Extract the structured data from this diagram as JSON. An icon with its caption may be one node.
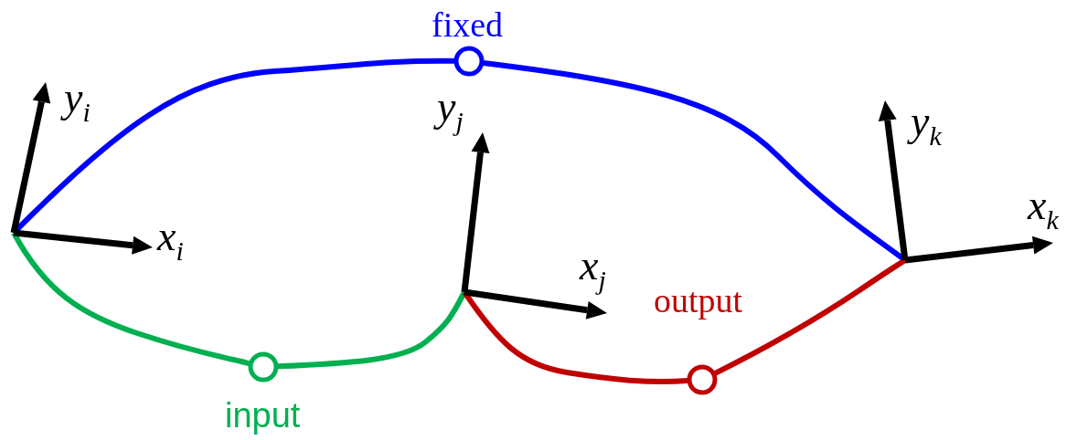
{
  "diagram": {
    "nodes": [
      {
        "text": [
          "y$_{i}$",
          "x$_{i}$"
        ]
      },
      {
        "text": [],
        "shape": "circle",
        "beside": [
          "fixed"
        ]
      },
      {
        "text": [
          "y$_{j}$",
          "x$_{j}$"
        ]
      },
      {
        "text": [
          "y$_{k}$",
          "x$_{k}$"
        ]
      },
      {
        "text": [],
        "shape": "circle",
        "beside": [
          "input"
        ]
      },
      {
        "text": [],
        "shape": "circle",
        "beside": [
          "output"
        ]
      }
    ],
    "edges": [
      {
        "from": 0,
        "to": 1,
        "arrow": "none",
        "color": "#0000ff"
      },
      {
        "from": 1,
        "to": 3,
        "arrow": "none",
        "color": "#0000ff"
      },
      {
        "from": 0,
        "to": 4,
        "arrow": "none",
        "color": "#00b050"
      },
      {
        "from": 4,
        "to": 2,
        "arrow": "none",
        "color": "#00b050"
      },
      {
        "from": 2,
        "to": 5,
        "arrow": "none",
        "color": "#c00000"
      },
      {
        "from": 5,
        "to": 3,
        "arrow": "none",
        "color": "#c00000"
      }
    ]
  }
}
